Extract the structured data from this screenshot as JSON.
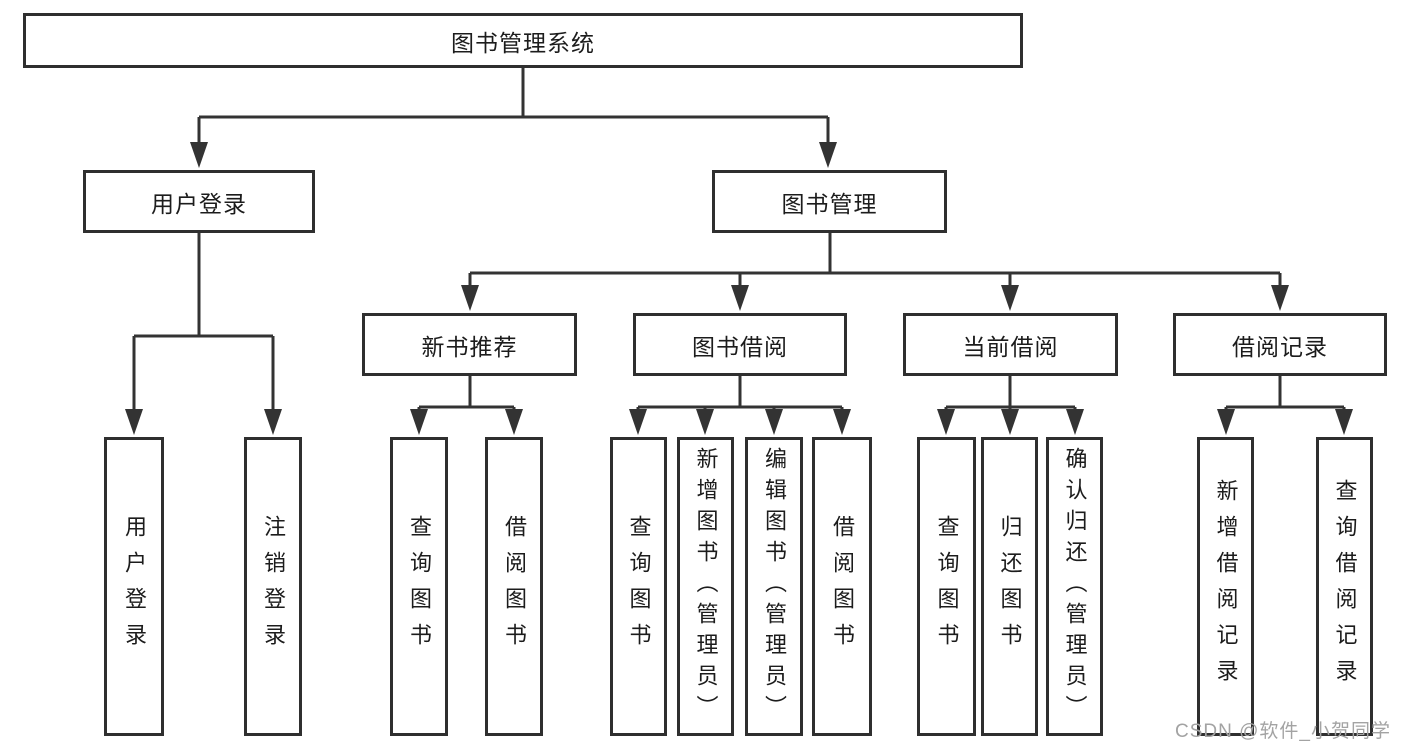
{
  "tree": {
    "root": "图书管理系统",
    "branches": [
      {
        "label": "用户登录",
        "children": [
          "用户登录",
          "注销登录"
        ]
      },
      {
        "label": "图书管理",
        "groups": [
          {
            "label": "新书推荐",
            "children": [
              "查询图书",
              "借阅图书"
            ]
          },
          {
            "label": "图书借阅",
            "children": [
              "查询图书",
              "新增图书（管理员）",
              "编辑图书（管理员）",
              "借阅图书"
            ]
          },
          {
            "label": "当前借阅",
            "children": [
              "查询图书",
              "归还图书",
              "确认归还（管理员）"
            ]
          },
          {
            "label": "借阅记录",
            "children": [
              "新增借阅记录",
              "查询借阅记录"
            ]
          }
        ]
      }
    ]
  },
  "watermark": {
    "text": "CSDN @软件_小贺同学"
  },
  "colors": {
    "line": "#333333",
    "border": "#2f2f2f",
    "text": "#1c1c1c",
    "watermark": "#a3a3a3",
    "background": "#ffffff"
  }
}
